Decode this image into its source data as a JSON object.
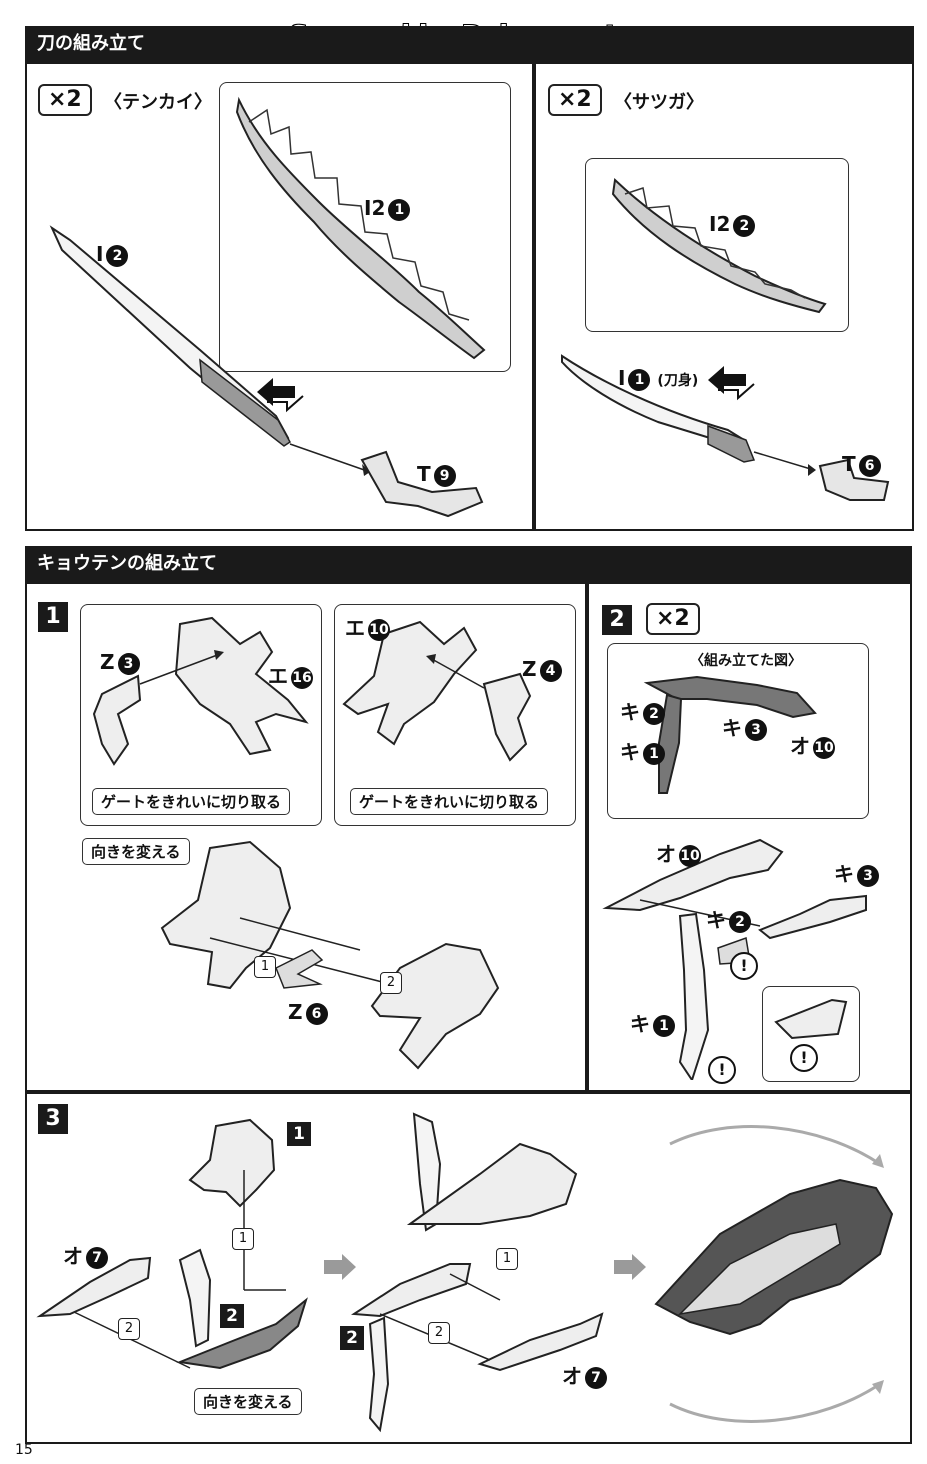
{
  "watermark": "Scanned by Dalong.net",
  "page_number": "15",
  "sword_section": {
    "title": "刀の組み立て",
    "left": {
      "multiplier": "×2",
      "variant": "〈テンカイ〉",
      "parts": {
        "flame": "I2",
        "flame_num": "1",
        "blade": "I",
        "blade_num": "2",
        "hilt": "T",
        "hilt_num": "9"
      }
    },
    "right": {
      "multiplier": "×2",
      "variant": "〈サツガ〉",
      "parts": {
        "flame": "I2",
        "flame_num": "2",
        "blade": "I",
        "blade_num": "1",
        "blade_note": "(刀身)",
        "hilt": "T",
        "hilt_num": "6"
      }
    }
  },
  "kyouten_section": {
    "title": "キョウテンの組み立て",
    "step1": {
      "number": "1",
      "left_box": {
        "part_z": "Z",
        "part_z_num": "3",
        "part_e": "エ",
        "part_e_num": "16",
        "gate_note": "ゲートをきれいに切り取る"
      },
      "right_box": {
        "part_e": "エ",
        "part_e_num": "10",
        "part_z": "Z",
        "part_z_num": "4",
        "gate_note": "ゲートをきれいに切り取る"
      },
      "turn_note": "向きを変える",
      "pin_part": "Z",
      "pin_part_num": "6",
      "order_1": "1",
      "order_2": "2"
    },
    "step2": {
      "number": "2",
      "multiplier": "×2",
      "assembled_title": "〈組み立てた図〉",
      "parts": {
        "ki2": "キ",
        "ki2_num": "2",
        "ki1": "キ",
        "ki1_num": "1",
        "ki3": "キ",
        "ki3_num": "3",
        "o10": "オ",
        "o10_num": "10"
      },
      "caution": "!"
    },
    "step3": {
      "number": "3",
      "sub_step_1": "1",
      "sub_step_2": "2",
      "part_o": "オ",
      "part_o_num": "7",
      "order_1": "1",
      "order_2": "2",
      "turn_note": "向きを変える"
    }
  }
}
